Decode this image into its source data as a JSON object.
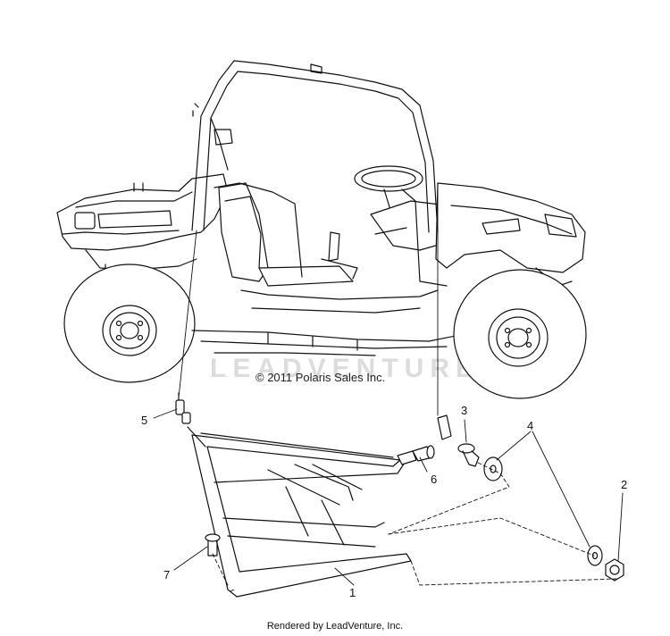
{
  "watermark": "LEADVENTURE",
  "copyright": "© 2011 Polaris Sales Inc.",
  "footer": "Rendered by LeadVenture, Inc.",
  "callouts": {
    "c1": "1",
    "c2": "2",
    "c3": "3",
    "c4": "4",
    "c5": "5",
    "c6": "6",
    "c7": "7"
  },
  "colors": {
    "line": "#111111",
    "tire": "#ffffff",
    "watermark": "#dcdcdc"
  }
}
